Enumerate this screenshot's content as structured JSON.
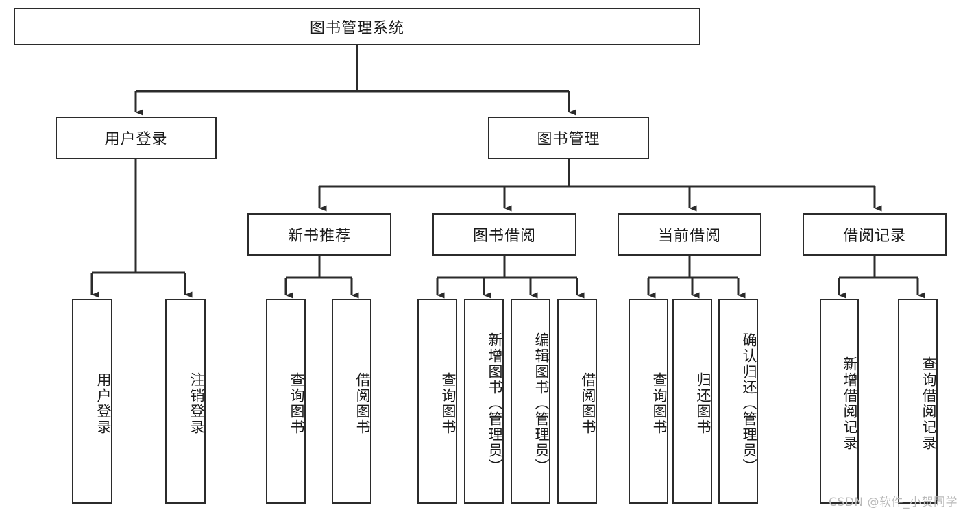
{
  "title": "图书管理系统",
  "watermark": "CSDN @软件_小贺同学",
  "colors": {
    "stroke": "#2b2b2b",
    "fill": "#ffffff",
    "text": "#1a1a1a",
    "watermark": "#b9b9b9"
  },
  "chart_data": {
    "type": "diagram",
    "diagram_kind": "hierarchy-tree",
    "title": "图书管理系统",
    "levels": 4,
    "orientation": "top-down",
    "nodes": [
      {
        "id": "root",
        "label": "图书管理系统",
        "level": 1,
        "parent": null,
        "orientation": "horizontal"
      },
      {
        "id": "login",
        "label": "用户登录",
        "level": 2,
        "parent": "root",
        "orientation": "horizontal"
      },
      {
        "id": "bookmgmt",
        "label": "图书管理",
        "level": 2,
        "parent": "root",
        "orientation": "horizontal"
      },
      {
        "id": "newbooks",
        "label": "新书推荐",
        "level": 3,
        "parent": "bookmgmt",
        "orientation": "horizontal"
      },
      {
        "id": "borrow",
        "label": "图书借阅",
        "level": 3,
        "parent": "bookmgmt",
        "orientation": "horizontal"
      },
      {
        "id": "current",
        "label": "当前借阅",
        "level": 3,
        "parent": "bookmgmt",
        "orientation": "horizontal"
      },
      {
        "id": "records",
        "label": "借阅记录",
        "level": 3,
        "parent": "bookmgmt",
        "orientation": "horizontal"
      },
      {
        "id": "userlogin",
        "label": "用户登录",
        "level": 3,
        "parent": "login",
        "orientation": "vertical"
      },
      {
        "id": "userlogout",
        "label": "注销登录",
        "level": 3,
        "parent": "login",
        "orientation": "vertical"
      },
      {
        "id": "nb-query",
        "label": "查询图书",
        "level": 4,
        "parent": "newbooks",
        "orientation": "vertical"
      },
      {
        "id": "nb-borrow",
        "label": "借阅图书",
        "level": 4,
        "parent": "newbooks",
        "orientation": "vertical"
      },
      {
        "id": "bo-query",
        "label": "查询图书",
        "level": 4,
        "parent": "borrow",
        "orientation": "vertical"
      },
      {
        "id": "bo-add",
        "label": "新增图书（管理员）",
        "level": 4,
        "parent": "borrow",
        "orientation": "vertical"
      },
      {
        "id": "bo-edit",
        "label": "编辑图书（管理员）",
        "level": 4,
        "parent": "borrow",
        "orientation": "vertical"
      },
      {
        "id": "bo-lend",
        "label": "借阅图书",
        "level": 4,
        "parent": "borrow",
        "orientation": "vertical"
      },
      {
        "id": "cu-query",
        "label": "查询图书",
        "level": 4,
        "parent": "current",
        "orientation": "vertical"
      },
      {
        "id": "cu-return",
        "label": "归还图书",
        "level": 4,
        "parent": "current",
        "orientation": "vertical"
      },
      {
        "id": "cu-confirm",
        "label": "确认归还（管理员）",
        "level": 4,
        "parent": "current",
        "orientation": "vertical"
      },
      {
        "id": "re-add",
        "label": "新增借阅记录",
        "level": 4,
        "parent": "records",
        "orientation": "vertical"
      },
      {
        "id": "re-query",
        "label": "查询借阅记录",
        "level": 4,
        "parent": "records",
        "orientation": "vertical"
      }
    ],
    "edges": [
      {
        "from": "root",
        "to": "login"
      },
      {
        "from": "root",
        "to": "bookmgmt"
      },
      {
        "from": "login",
        "to": "userlogin"
      },
      {
        "from": "login",
        "to": "userlogout"
      },
      {
        "from": "bookmgmt",
        "to": "newbooks"
      },
      {
        "from": "bookmgmt",
        "to": "borrow"
      },
      {
        "from": "bookmgmt",
        "to": "current"
      },
      {
        "from": "bookmgmt",
        "to": "records"
      },
      {
        "from": "newbooks",
        "to": "nb-query"
      },
      {
        "from": "newbooks",
        "to": "nb-borrow"
      },
      {
        "from": "borrow",
        "to": "bo-query"
      },
      {
        "from": "borrow",
        "to": "bo-add"
      },
      {
        "from": "borrow",
        "to": "bo-edit"
      },
      {
        "from": "borrow",
        "to": "bo-lend"
      },
      {
        "from": "current",
        "to": "cu-query"
      },
      {
        "from": "current",
        "to": "cu-return"
      },
      {
        "from": "current",
        "to": "cu-confirm"
      },
      {
        "from": "records",
        "to": "re-add"
      },
      {
        "from": "records",
        "to": "re-query"
      }
    ]
  }
}
